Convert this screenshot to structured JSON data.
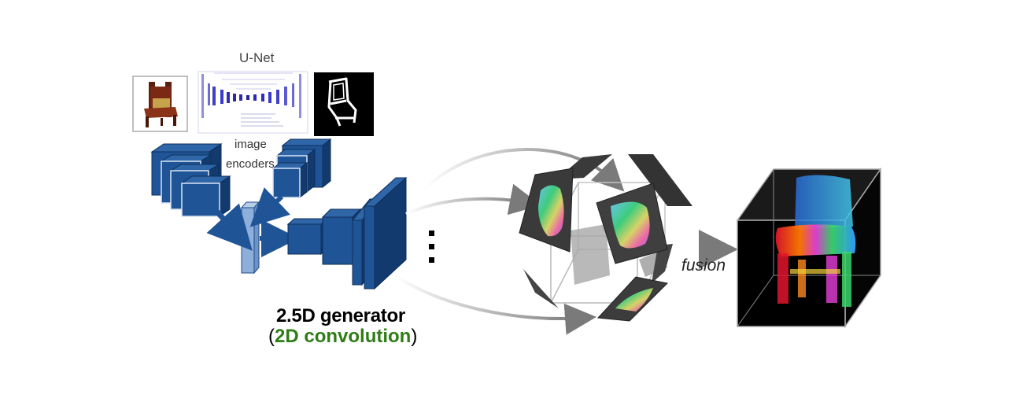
{
  "labels": {
    "unet": "U-Net",
    "encoders_line1": "image",
    "encoders_line2": "encoders",
    "generator_title": "2.5D generator",
    "generator_sub_open": "(",
    "generator_sub_accent": "2D convolution",
    "generator_sub_close": ")",
    "fusion": "fusion"
  },
  "colors": {
    "encoder_blue": "#1f5596",
    "encoder_blue_dark": "#0d2f5a",
    "bottleneck_blue": "#8eaedb",
    "accent_green": "#2f7d16",
    "arrow_gray": "#7f7f7f"
  }
}
